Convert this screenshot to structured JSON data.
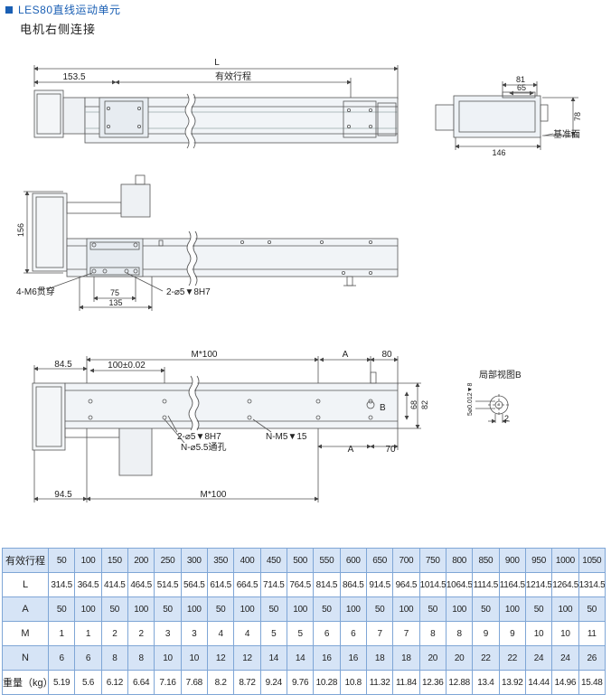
{
  "header": {
    "title": "LES80直线运动单元",
    "subtitle": "电机右侧连接"
  },
  "drawing": {
    "top_view": {
      "dim_L": "L",
      "dim_153_5": "153.5",
      "stroke_label": "有效行程"
    },
    "end_view": {
      "dim_81": "81",
      "dim_65": "65",
      "dim_78": "78",
      "dim_146": "146",
      "base_label": "基准面"
    },
    "side_view": {
      "dim_156": "156",
      "dim_75": "75",
      "dim_135": "135",
      "note_m6": "4-M6贯穿",
      "note_pin": "2-⌀5▼8H7"
    },
    "bottom_view": {
      "dim_84_5": "84.5",
      "dim_100_tol": "100±0.02",
      "dim_m100_top": "M*100",
      "dim_A_top": "A",
      "dim_80": "80",
      "dim_68": "68",
      "dim_82": "82",
      "label_B": "B",
      "note_pin": "2-⌀5▼8H7",
      "note_hole": "N-⌀5.5通孔",
      "note_m5": "N-M5▼15",
      "dim_A_bottom": "A",
      "dim_70": "70",
      "dim_94_5": "94.5",
      "dim_m100_bottom": "M*100"
    },
    "detail": {
      "title": "局部视图B",
      "dim_5": "5⌀0.012▼8",
      "dim_2": "2"
    }
  },
  "table": {
    "rows": [
      {
        "label": "有效行程",
        "values": [
          "50",
          "100",
          "150",
          "200",
          "250",
          "300",
          "350",
          "400",
          "450",
          "500",
          "550",
          "600",
          "650",
          "700",
          "750",
          "800",
          "850",
          "900",
          "950",
          "1000",
          "1050"
        ]
      },
      {
        "label": "L",
        "values": [
          "314.5",
          "364.5",
          "414.5",
          "464.5",
          "514.5",
          "564.5",
          "614.5",
          "664.5",
          "714.5",
          "764.5",
          "814.5",
          "864.5",
          "914.5",
          "964.5",
          "1014.5",
          "1064.5",
          "1114.5",
          "1164.5",
          "1214.5",
          "1264.5",
          "1314.5"
        ]
      },
      {
        "label": "A",
        "values": [
          "50",
          "100",
          "50",
          "100",
          "50",
          "100",
          "50",
          "100",
          "50",
          "100",
          "50",
          "100",
          "50",
          "100",
          "50",
          "100",
          "50",
          "100",
          "50",
          "100",
          "50"
        ]
      },
      {
        "label": "M",
        "values": [
          "1",
          "1",
          "2",
          "2",
          "3",
          "3",
          "4",
          "4",
          "5",
          "5",
          "6",
          "6",
          "7",
          "7",
          "8",
          "8",
          "9",
          "9",
          "10",
          "10",
          "11"
        ]
      },
      {
        "label": "N",
        "values": [
          "6",
          "6",
          "8",
          "8",
          "10",
          "10",
          "12",
          "12",
          "14",
          "14",
          "16",
          "16",
          "18",
          "18",
          "20",
          "20",
          "22",
          "22",
          "24",
          "24",
          "26"
        ]
      },
      {
        "label": "重量（kg）",
        "values": [
          "5.19",
          "5.6",
          "6.12",
          "6.64",
          "7.16",
          "7.68",
          "8.2",
          "8.72",
          "9.24",
          "9.76",
          "10.28",
          "10.8",
          "11.32",
          "11.84",
          "12.36",
          "12.88",
          "13.4",
          "13.92",
          "14.44",
          "14.96",
          "15.48"
        ]
      }
    ]
  }
}
